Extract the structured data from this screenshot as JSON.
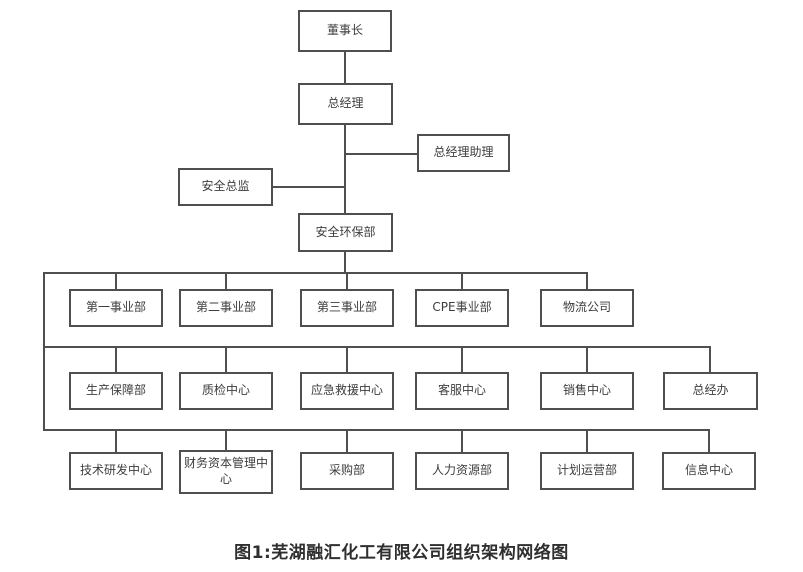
{
  "diagram": {
    "title_caption": "图1:芜湖融汇化工有限公司组织架构网络图",
    "colors": {
      "background": "#ffffff",
      "line": "#4f4f4f",
      "node_border": "#4f4f4f",
      "node_text": "#3d3d3d",
      "caption_text": "#2f2f2f"
    },
    "nodes": {
      "chairman": "董事长",
      "general_manager": "总经理",
      "gm_assistant": "总经理助理",
      "safety_director": "安全总监",
      "safety_env_dept": "安全环保部"
    },
    "rows": {
      "row1": [
        "第一事业部",
        "第二事业部",
        "第三事业部",
        "CPE事业部",
        "物流公司"
      ],
      "row2": [
        "生产保障部",
        "质检中心",
        "应急救援中心",
        "客服中心",
        "销售中心",
        "总经办"
      ],
      "row3": [
        "技术研发中心",
        "财务资本管理中心",
        "采购部",
        "人力资源部",
        "计划运营部",
        "信息中心"
      ]
    },
    "hierarchy": {
      "root": "董事长",
      "children": [
        {
          "name": "总经理",
          "children": [
            {
              "name": "总经理助理"
            },
            {
              "name": "安全总监"
            },
            {
              "name": "安全环保部",
              "children": [
                "第一事业部",
                "第二事业部",
                "第三事业部",
                "CPE事业部",
                "物流公司",
                "生产保障部",
                "质检中心",
                "应急救援中心",
                "客服中心",
                "销售中心",
                "总经办",
                "技术研发中心",
                "财务资本管理中心",
                "采购部",
                "人力资源部",
                "计划运营部",
                "信息中心"
              ]
            }
          ]
        }
      ]
    }
  }
}
